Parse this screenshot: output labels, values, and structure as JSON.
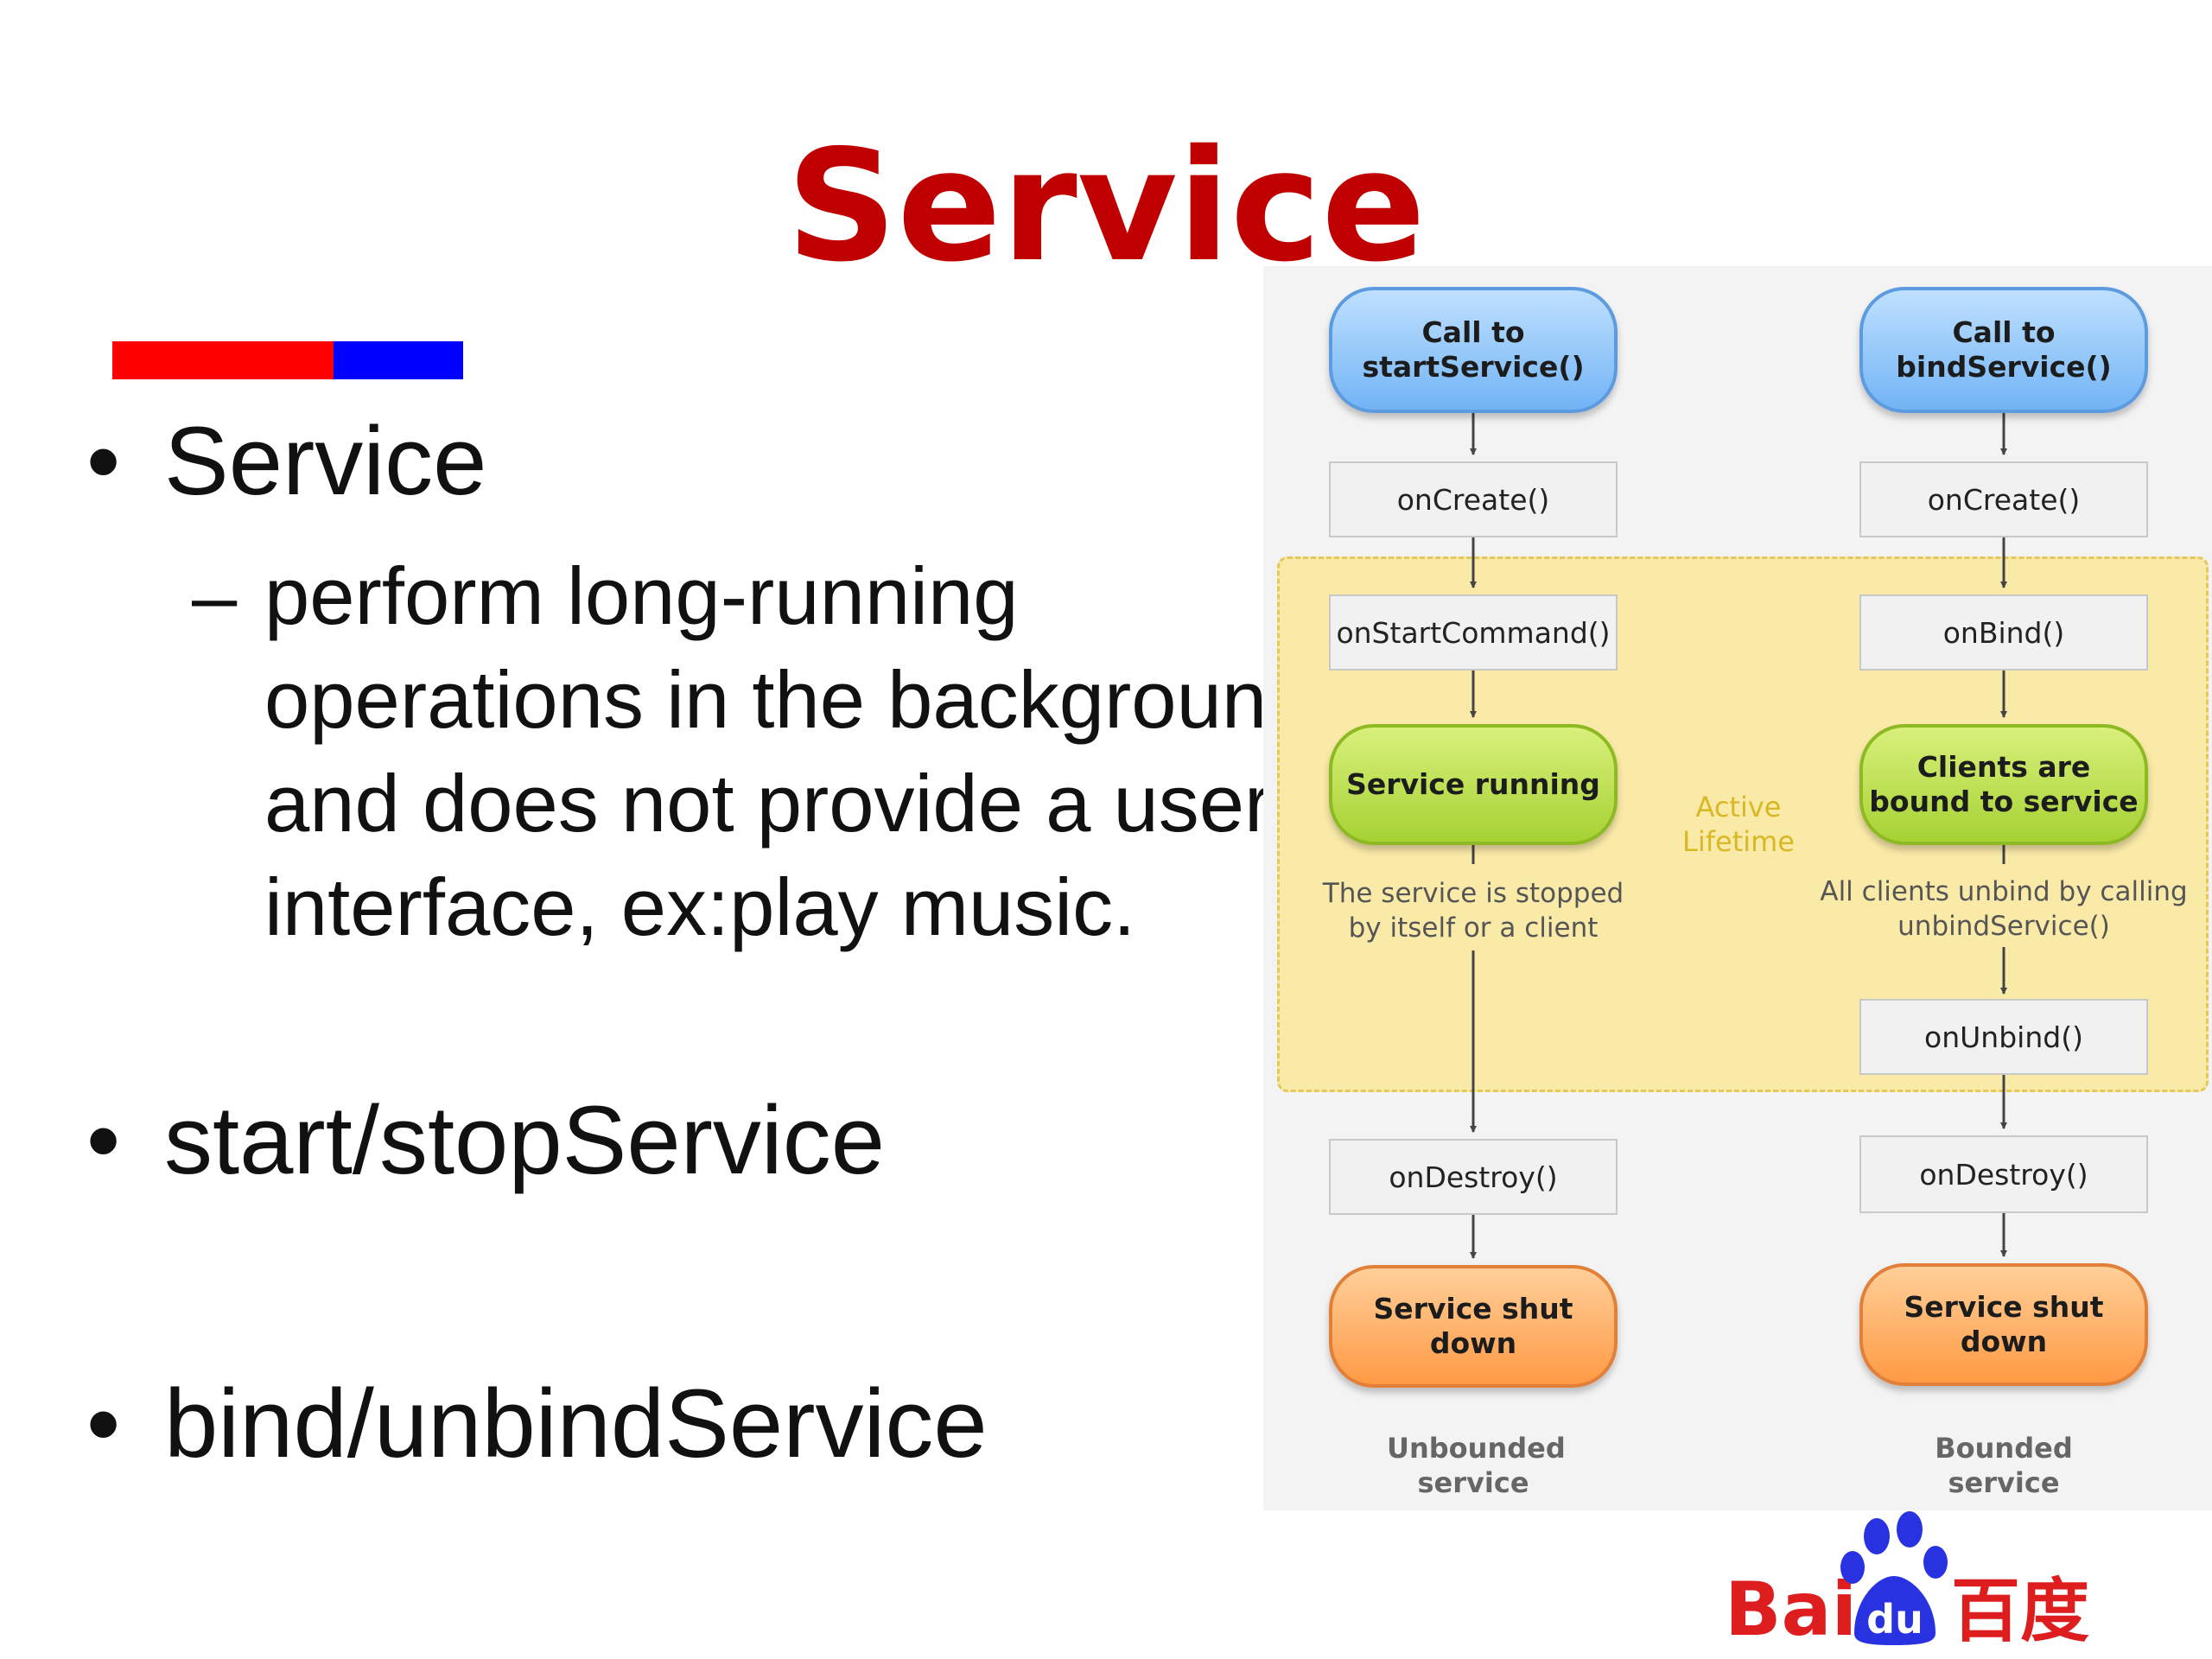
{
  "slide": {
    "title": "Service",
    "title_color": "#c00000",
    "accent_colors": [
      "#ff0000",
      "#0000ff"
    ],
    "bullets": [
      {
        "text": "Service",
        "sub": [
          {
            "dash": "–",
            "text": "perform long-running operations in the background and does not provide a user interface, ex:play music."
          }
        ]
      },
      {
        "text": "start/stopService"
      },
      {
        "text": "bind/unbindService"
      }
    ]
  },
  "diagram": {
    "left": {
      "start": "Call to startService()",
      "on_create": "onCreate()",
      "on_start_command": "onStartCommand()",
      "running": "Service running",
      "stop_note": "The service is stopped by itself or a client",
      "on_destroy": "onDestroy()",
      "shutdown": "Service shut down",
      "caption": "Unbounded service"
    },
    "right": {
      "start": "Call to bindService()",
      "on_create": "onCreate()",
      "on_bind": "onBind()",
      "running": "Clients are bound to service",
      "unbind_note": "All clients unbind by calling unbindService()",
      "on_unbind": "onUnbind()",
      "on_destroy": "onDestroy()",
      "shutdown": "Service shut down",
      "caption": "Bounded service"
    },
    "active_lifetime": "Active Lifetime"
  },
  "logo": {
    "brand": "Baidu 百度",
    "colors": {
      "red": "#de1e1e",
      "blue": "#2932e1"
    }
  }
}
